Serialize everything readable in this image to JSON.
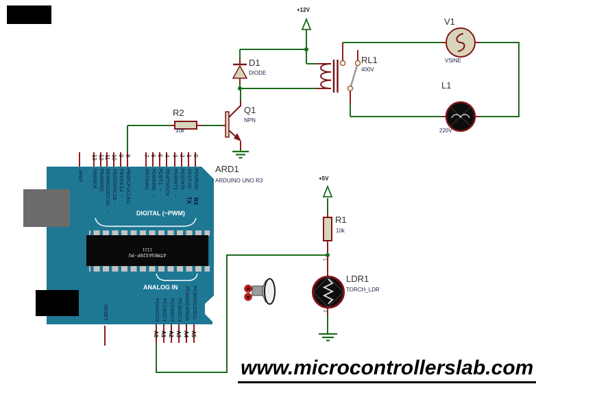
{
  "watermark": {
    "text": "www.microcontrollerslab.com"
  },
  "power_labels": {
    "v12": "+12V",
    "v5": "+5V"
  },
  "components": {
    "d1": {
      "ref": "D1",
      "value": "DIODE"
    },
    "r2": {
      "ref": "R2",
      "value": "10k"
    },
    "q1": {
      "ref": "Q1",
      "value": "NPN"
    },
    "rl1": {
      "ref": "RL1",
      "value": "400V"
    },
    "v1": {
      "ref": "V1",
      "value": "VSINE"
    },
    "l1": {
      "ref": "L1",
      "value": "220V"
    },
    "r1": {
      "ref": "R1",
      "value": "10k"
    },
    "ldr1": {
      "ref": "LDR1",
      "value": "TORCH_LDR",
      "pin_top": "1",
      "pin_bottom": "2"
    },
    "ard1": {
      "ref": "ARD1",
      "value": "ARDUINO UNO R3"
    }
  },
  "arduino": {
    "chip": {
      "line1": "ATMEGA328P-PU",
      "line2": "1121"
    },
    "headers": {
      "digital": "DIGITAL (~PWM)",
      "analog": "ANALOG IN"
    },
    "aref": "AREF",
    "reset": "RESET",
    "tx": "TX",
    "rx": "RX",
    "pwm_mark": "~",
    "digital_pins": [
      {
        "num": "13",
        "label": "PB5/SCK"
      },
      {
        "num": "12",
        "label": "PB4/MISO"
      },
      {
        "num": "11",
        "label": "PB3/MOSI/OC2A"
      },
      {
        "num": "10",
        "label": "PB2/SS/OC1B"
      },
      {
        "num": "9",
        "label": "PB1/OC1A"
      },
      {
        "num": "8",
        "label": "PB0/ICP1/CLKO"
      },
      {
        "num": "7",
        "label": "PD7/AIN1"
      },
      {
        "num": "6",
        "label": "PD6/AIN0"
      },
      {
        "num": "5",
        "label": "PD5/T1"
      },
      {
        "num": "4",
        "label": "PD4/T0/XCK"
      },
      {
        "num": "3",
        "label": "PD3/INT1"
      },
      {
        "num": "2",
        "label": "PD2/INT0"
      },
      {
        "num": "1",
        "label": "PD1/TXD"
      },
      {
        "num": "0",
        "label": "PD0/RXD"
      }
    ],
    "analog_pins": [
      {
        "num": "A0",
        "label": "PC0/ADC0"
      },
      {
        "num": "A1",
        "label": "PC1/ADC1"
      },
      {
        "num": "A2",
        "label": "PC2/ADC2"
      },
      {
        "num": "A3",
        "label": "PC3/ADC3"
      },
      {
        "num": "A4",
        "label": "PC4/ADC4/SDA"
      },
      {
        "num": "A5",
        "label": "PC5/ADC5/SCL"
      }
    ]
  },
  "colors": {
    "wire_green": "#1a6b1a",
    "pin_red": "#8f1a1a",
    "component_outline": "#7d1518",
    "component_fill": "#d9d5ba",
    "board_teal": "#1e7894",
    "lamp_black": "#0d0d0d"
  }
}
